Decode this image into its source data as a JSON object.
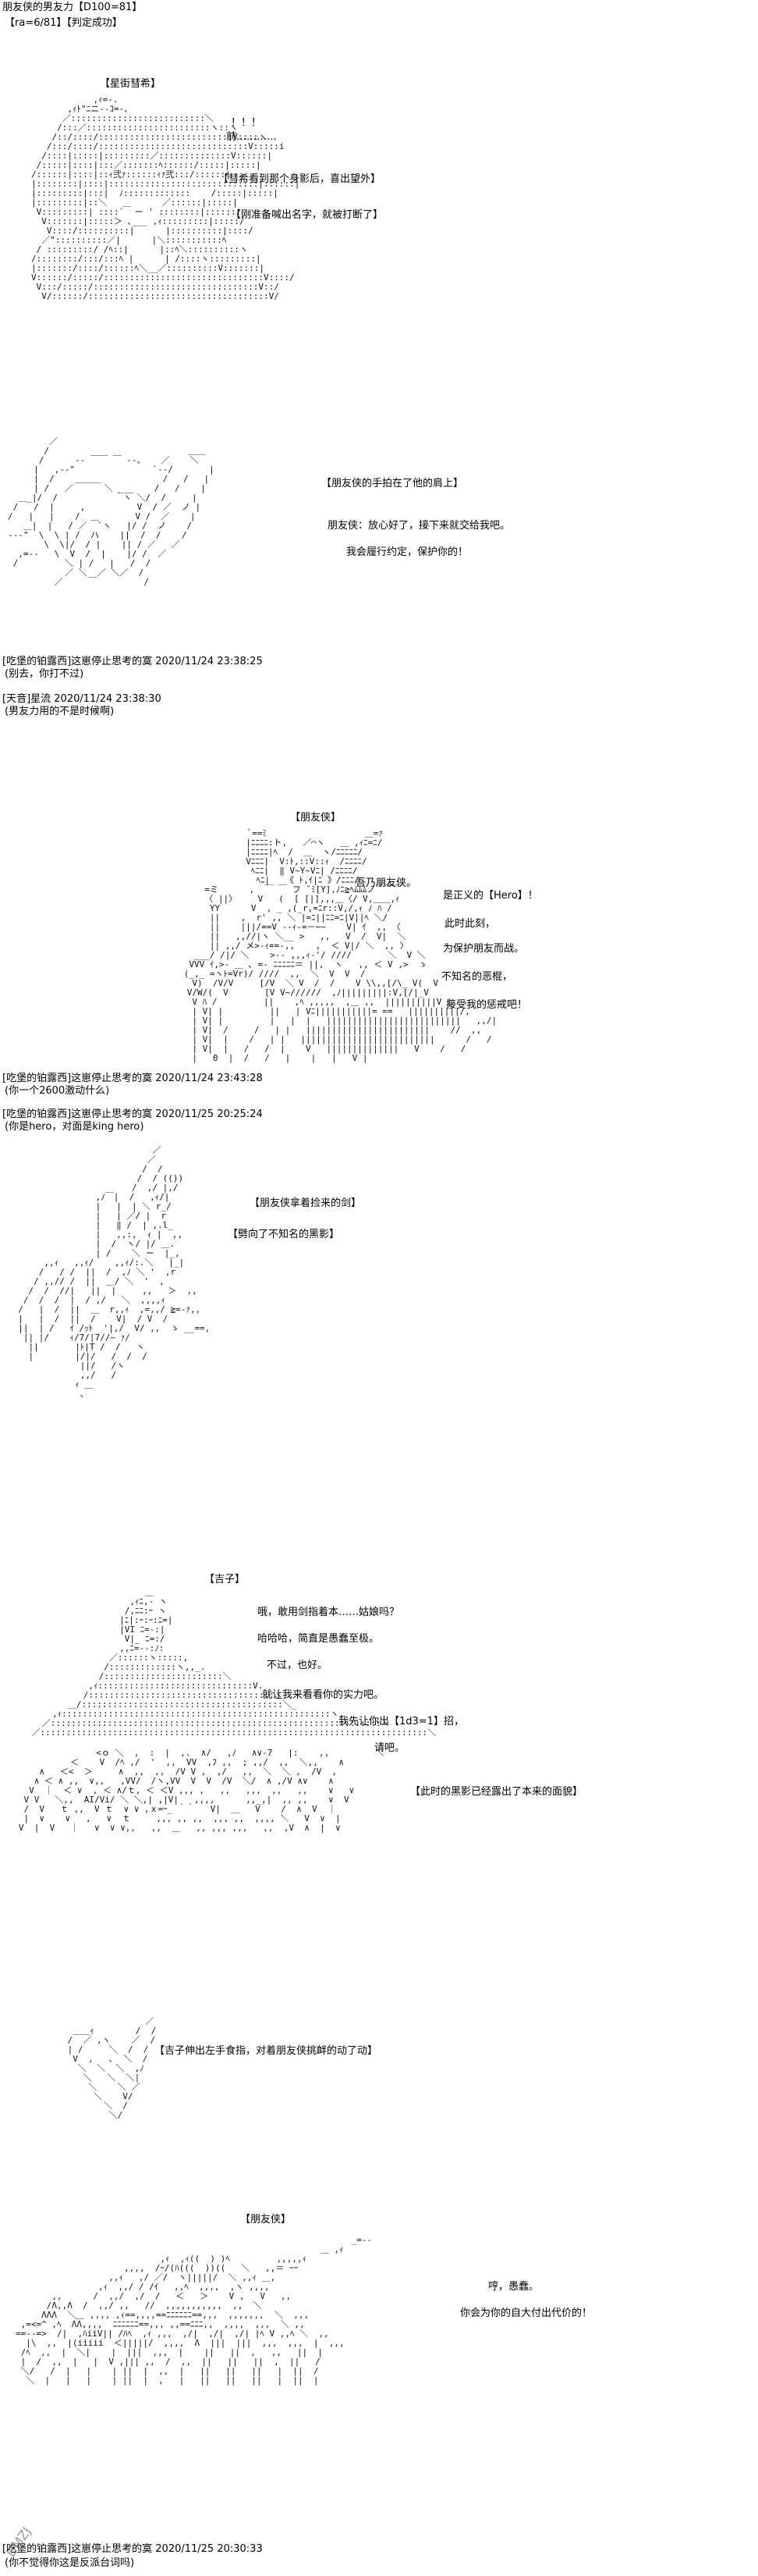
{
  "header": {
    "line1": "朋友侠的男友力【D100=81】",
    "line2": "【ra=6/81】【判定成功】"
  },
  "panel1": {
    "speaker": "【星街彗希】",
    "exclaim": "！！！",
    "dots": "前…………",
    "narration1": "【彗希看到那个身影后，喜出望外】",
    "narration2": "【刚准备喊出名字，就被打断了】"
  },
  "panel2": {
    "narration": "【朋友侠的手拍在了他的肩上】",
    "line1": "朋友侠：放心好了，接下来就交给我吧。",
    "line2": "我会履行约定，保护你的！"
  },
  "post1": {
    "author_time": "[吃堡的铂露西]这崽停止思考的寞 2020/11/24 23:38:25",
    "comment": "(别去，你打不过)"
  },
  "post2": {
    "author_time": "[天音]星流 2020/11/24 23:38:30",
    "comment": "(男友力用的不是时候啊)"
  },
  "panel3": {
    "speaker": "【朋友侠】",
    "line1": "吾乃朋友侠。",
    "line2": "是正义的【Hero】！",
    "line3": "此时此刻，",
    "line4": "为保护朋友而战。",
    "line5": "不知名的恶棍，",
    "line6": "接受我的惩戒吧！"
  },
  "post3": {
    "author_time": "[吃堡的铂露西]这崽停止思考的寞 2020/11/24 23:43:28",
    "comment": "(你一个2600激动什么)"
  },
  "post4": {
    "author_time": "[吃堡的铂露西]这崽停止思考的寞 2020/11/25 20:25:24",
    "comment": "(你是hero，对面是king hero)"
  },
  "panel4": {
    "narration1": "【朋友侠拿着捡来的剑】",
    "narration2": "【劈向了不知名的黑影】"
  },
  "panel5": {
    "speaker": "【吉子】",
    "line1": "哦，敢用剑指着本……姑娘吗？",
    "line2": "哈哈哈，简直是愚蠢至极。",
    "line3": "不过，也好。",
    "line4": "就让我来看看你的实力吧。",
    "line5": "我先让你出【1d3=1】招，",
    "line6": "请吧。",
    "narration": "【此时的黑影已经露出了本来的面貌】"
  },
  "panel6": {
    "narration": "【吉子伸出左手食指，对着朋友侠挑衅的动了动】"
  },
  "panel7": {
    "speaker": "【朋友侠】",
    "line1": "哼，愚蠢。",
    "line2": "你会为你的自大付出代价的！"
  },
  "post5": {
    "author_time": "[吃堡的铂露西]这崽停止思考的寞 2020/11/25 20:30:33",
    "comment": "(你不觉得你这是反派台词吗)"
  },
  "watermark": "DMZJ"
}
